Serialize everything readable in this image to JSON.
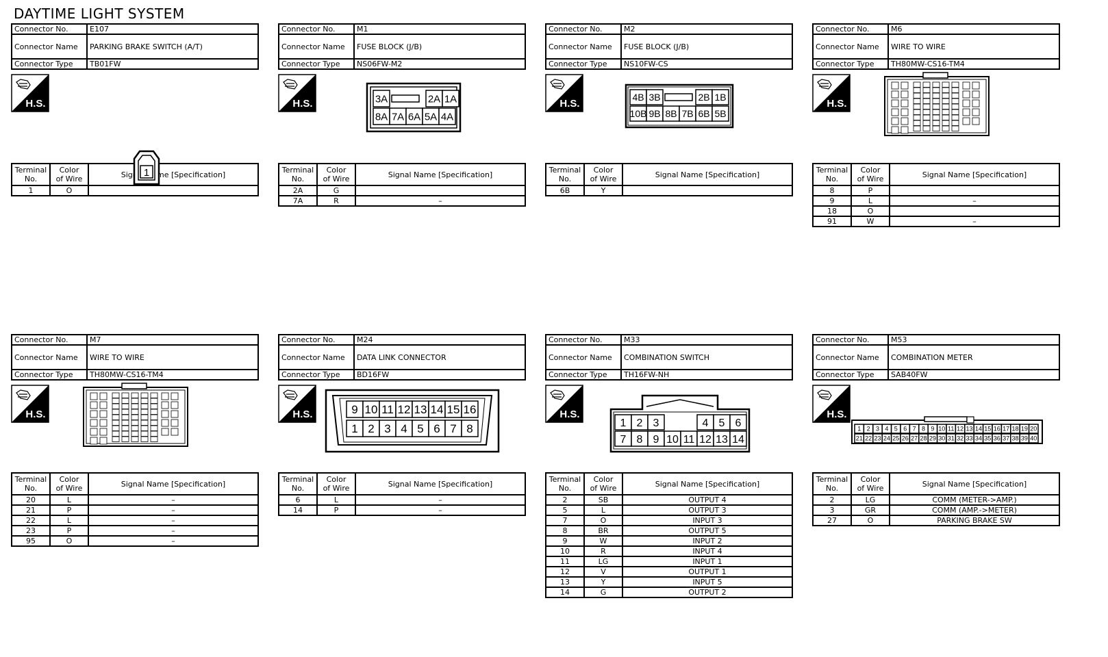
{
  "title": "DAYTIME LIGHT SYSTEM",
  "labels": {
    "connector_no": "Connector No.",
    "connector_name": "Connector Name",
    "connector_type": "Connector Type",
    "terminal_no": [
      "Terminal",
      "No."
    ],
    "color_of_wire": [
      "Color",
      "of Wire"
    ],
    "signal_name": "Signal Name [Specification]",
    "hs_badge": "H.S."
  },
  "connectors": [
    {
      "no": "E107",
      "name": "PARKING BRAKE SWITCH (A/T)",
      "type": "TB01FW",
      "rows": [
        [
          "1",
          "O",
          ""
        ]
      ]
    },
    {
      "no": "M1",
      "name": "FUSE BLOCK (J/B)",
      "type": "NS06FW-M2",
      "pins_top": [
        "3A",
        "",
        "2A",
        "1A"
      ],
      "pins_bottom": [
        "8A",
        "7A",
        "6A",
        "5A",
        "4A"
      ],
      "rows": [
        [
          "2A",
          "G",
          ""
        ],
        [
          "7A",
          "R",
          "–"
        ]
      ]
    },
    {
      "no": "M2",
      "name": "FUSE BLOCK (J/B)",
      "type": "NS10FW-CS",
      "pins_top": [
        "4B",
        "3B",
        "",
        "2B",
        "1B"
      ],
      "pins_bottom": [
        "10B",
        "9B",
        "8B",
        "7B",
        "6B",
        "5B"
      ],
      "rows": [
        [
          "6B",
          "Y",
          ""
        ]
      ]
    },
    {
      "no": "M6",
      "name": "WIRE TO WIRE",
      "type": "TH80MW-CS16-TM4",
      "rows": [
        [
          "8",
          "P",
          ""
        ],
        [
          "9",
          "L",
          "–"
        ],
        [
          "18",
          "O",
          ""
        ],
        [
          "91",
          "W",
          "–"
        ]
      ]
    },
    {
      "no": "M7",
      "name": "WIRE TO WIRE",
      "type": "TH80MW-CS16-TM4",
      "rows": [
        [
          "20",
          "L",
          "–"
        ],
        [
          "21",
          "P",
          "–"
        ],
        [
          "22",
          "L",
          "–"
        ],
        [
          "23",
          "P",
          "–"
        ],
        [
          "95",
          "O",
          "–"
        ]
      ]
    },
    {
      "no": "M24",
      "name": "DATA LINK CONNECTOR",
      "type": "BD16FW",
      "pins_top": [
        "9",
        "10",
        "11",
        "12",
        "13",
        "14",
        "15",
        "16"
      ],
      "pins_bottom": [
        "1",
        "2",
        "3",
        "4",
        "5",
        "6",
        "7",
        "8"
      ],
      "rows": [
        [
          "6",
          "L",
          "–"
        ],
        [
          "14",
          "P",
          "–"
        ]
      ]
    },
    {
      "no": "M33",
      "name": "COMBINATION SWITCH",
      "type": "TH16FW-NH",
      "pins_top": [
        "1",
        "2",
        "3",
        "",
        "4",
        "5",
        "6"
      ],
      "pins_bottom": [
        "7",
        "8",
        "9",
        "10",
        "11",
        "12",
        "13",
        "14"
      ],
      "rows": [
        [
          "2",
          "SB",
          "OUTPUT 4"
        ],
        [
          "5",
          "L",
          "OUTPUT 3"
        ],
        [
          "7",
          "O",
          "INPUT 3"
        ],
        [
          "8",
          "BR",
          "OUTPUT 5"
        ],
        [
          "9",
          "W",
          "INPUT 2"
        ],
        [
          "10",
          "R",
          "INPUT 4"
        ],
        [
          "11",
          "LG",
          "INPUT 1"
        ],
        [
          "12",
          "V",
          "OUTPUT 1"
        ],
        [
          "13",
          "Y",
          "INPUT 5"
        ],
        [
          "14",
          "G",
          "OUTPUT 2"
        ]
      ]
    },
    {
      "no": "M53",
      "name": "COMBINATION METER",
      "type": "SAB40FW",
      "pins_top": [
        "1",
        "2",
        "3",
        "4",
        "5",
        "6",
        "7",
        "8",
        "9",
        "10",
        "11",
        "12",
        "13",
        "14",
        "15",
        "16",
        "17",
        "18",
        "19",
        "20"
      ],
      "pins_bottom": [
        "21",
        "22",
        "23",
        "24",
        "25",
        "26",
        "27",
        "28",
        "29",
        "30",
        "31",
        "32",
        "33",
        "34",
        "35",
        "36",
        "37",
        "38",
        "39",
        "40"
      ],
      "rows": [
        [
          "2",
          "LG",
          "COMM (METER->AMP.)"
        ],
        [
          "3",
          "GR",
          "COMM (AMP.->METER)"
        ],
        [
          "27",
          "O",
          "PARKING BRAKE SW"
        ]
      ]
    }
  ]
}
